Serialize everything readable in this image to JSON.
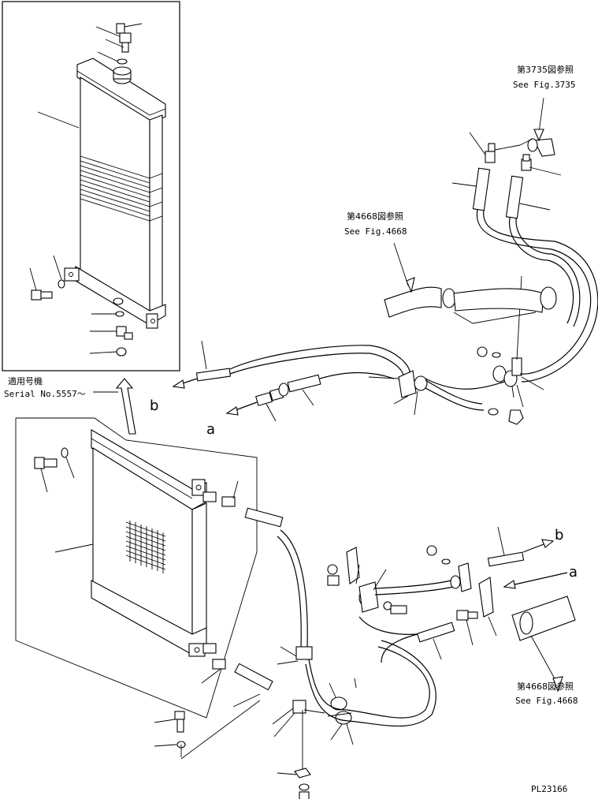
{
  "labels": {
    "serial_jp": "適用号機",
    "serial_en": "Serial No.5557～",
    "ref_top_jp": "第3735図参照",
    "ref_top_en": "See Fig.3735",
    "ref_mid_jp": "第4668図参照",
    "ref_mid_en": "See Fig.4668",
    "ref_bot_jp": "第4668図参照",
    "ref_bot_en": "See Fig.4668",
    "letter_b_top": "b",
    "letter_a_top": "a",
    "letter_b_bot": "b",
    "letter_a_bot": "a",
    "drawing_no": "PL23166"
  }
}
